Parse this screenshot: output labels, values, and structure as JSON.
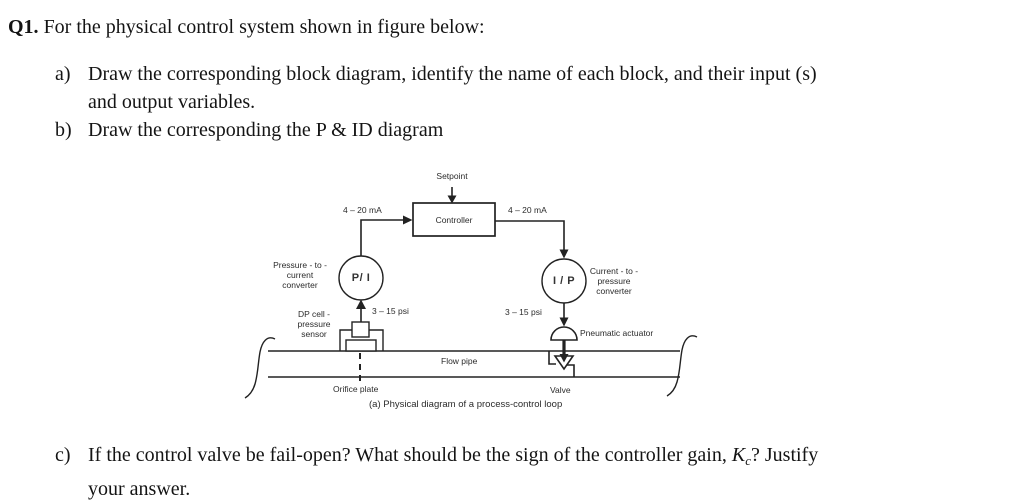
{
  "question": {
    "number": "Q1.",
    "intro": "For the physical control system shown in figure below:",
    "item_a_label": "a)",
    "item_a_line1": "Draw the corresponding block diagram, identify the name of each block, and their input (s)",
    "item_a_line2": "and output variables.",
    "item_b_label": "b)",
    "item_b_text": "Draw the corresponding the P & ID diagram",
    "item_c_label": "c)",
    "item_c_line1_before": "If the control valve be fail-open? What should be the sign of the controller gain, ",
    "item_c_gain_symbol": "K",
    "item_c_gain_sub": "c",
    "item_c_line1_after": "? Justify",
    "item_c_line2": "your answer."
  },
  "diagram": {
    "setpoint_label": "Setpoint",
    "controller_label": "Controller",
    "signal_left_label": "4 – 20 mA",
    "signal_right_label": "4 – 20 mA",
    "pi_circle_text": "P/ I",
    "ip_circle_text": "I / P",
    "pi_converter_label": "Pressure - to -\ncurrent\nconverter",
    "dp_cell_label": "DP cell -\npressure\nsensor",
    "ip_converter_label": "Current - to -\npressure\nconverter",
    "psi_left_label": "3 – 15 psi",
    "psi_right_label": "3 – 15 psi",
    "actuator_label": "Pneumatic actuator",
    "flow_pipe_label": "Flow pipe",
    "orifice_label": "Orifice plate",
    "valve_label": "Valve",
    "caption": "(a) Physical diagram of a process-control loop",
    "line_color": "#222222"
  }
}
